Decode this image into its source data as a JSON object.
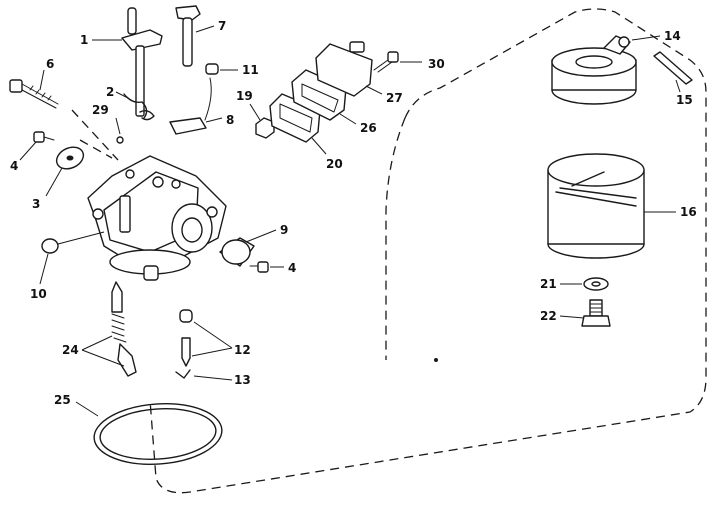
{
  "colors": {
    "ink": "#1a1a1a",
    "paper": "#ffffff"
  },
  "labels": {
    "p1": "1",
    "p2": "2",
    "p3": "3",
    "p4a": "4",
    "p4b": "4",
    "p6": "6",
    "p7": "7",
    "p8": "8",
    "p9": "9",
    "p10": "10",
    "p11": "11",
    "p12": "12",
    "p13": "13",
    "p14": "14",
    "p15": "15",
    "p16": "16",
    "p19": "19",
    "p20": "20",
    "p21": "21",
    "p22": "22",
    "p24": "24",
    "p25": "25",
    "p26": "26",
    "p27": "27",
    "p29": "29",
    "p30": "30"
  }
}
